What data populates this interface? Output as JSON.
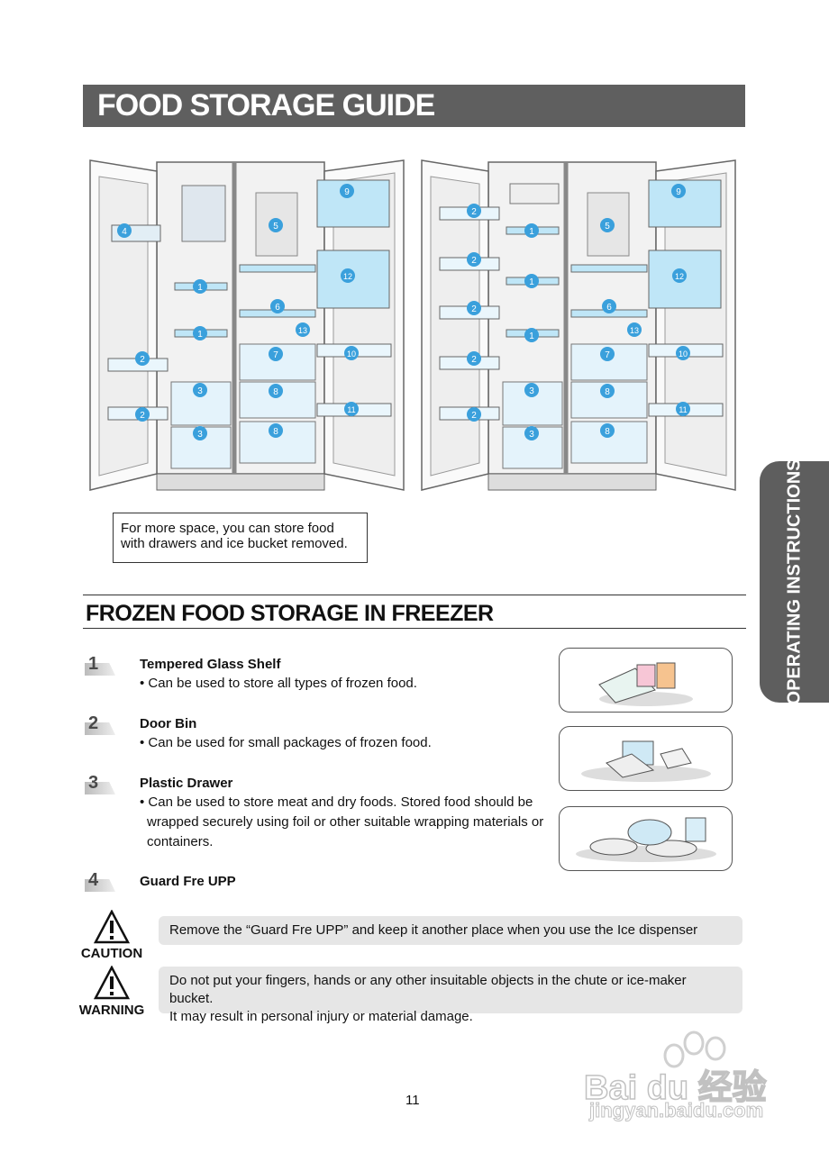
{
  "page_title": "FOOD STORAGE GUIDE",
  "fridge_labels": {
    "left": [
      "4",
      "5",
      "9",
      "12",
      "1",
      "6",
      "13",
      "1",
      "7",
      "10",
      "2",
      "3",
      "8",
      "11",
      "2",
      "3",
      "8"
    ],
    "right": [
      "2",
      "1",
      "5",
      "9",
      "2",
      "12",
      "1",
      "6",
      "2",
      "1",
      "13",
      "7",
      "10",
      "2",
      "3",
      "8",
      "11",
      "2",
      "3",
      "8"
    ]
  },
  "callout_text": "For more space, you can store food with drawers and ice bucket removed.",
  "section_title": "FROZEN FOOD STORAGE IN FREEZER",
  "items": [
    {
      "num": "1",
      "title": "Tempered Glass Shelf",
      "lines": [
        "• Can be used to store all types of frozen food."
      ]
    },
    {
      "num": "2",
      "title": "Door Bin",
      "lines": [
        "• Can be used for small packages of frozen food."
      ]
    },
    {
      "num": "3",
      "title": "Plastic Drawer",
      "lines": [
        "• Can be used to store meat and dry foods. Stored food should be",
        "wrapped securely using foil or other suitable wrapping materials or",
        "containers."
      ]
    },
    {
      "num": "4",
      "title": "Guard Fre UPP",
      "lines": []
    }
  ],
  "caution": {
    "label": "CAUTION",
    "text": "Remove the “Guard Fre UPP” and keep it another place when you use the Ice dispenser"
  },
  "warning": {
    "label": "WARNING",
    "lines": [
      "Do not put your fingers, hands or any other insuitable objects in the chute or ice-maker bucket.",
      "It may result in personal injury or material damage."
    ]
  },
  "side_tab": "OPERATING INSTRUCTIONS",
  "page_number": "11",
  "watermark": {
    "brand": "Bai du 经验",
    "url": "jingyan.baidu.com"
  },
  "colors": {
    "title_bar": "#5f5f5f",
    "label_blue": "#3aa0dc",
    "shelf_blue": "#bfe6f7",
    "note_bg": "#e6e6e6"
  }
}
